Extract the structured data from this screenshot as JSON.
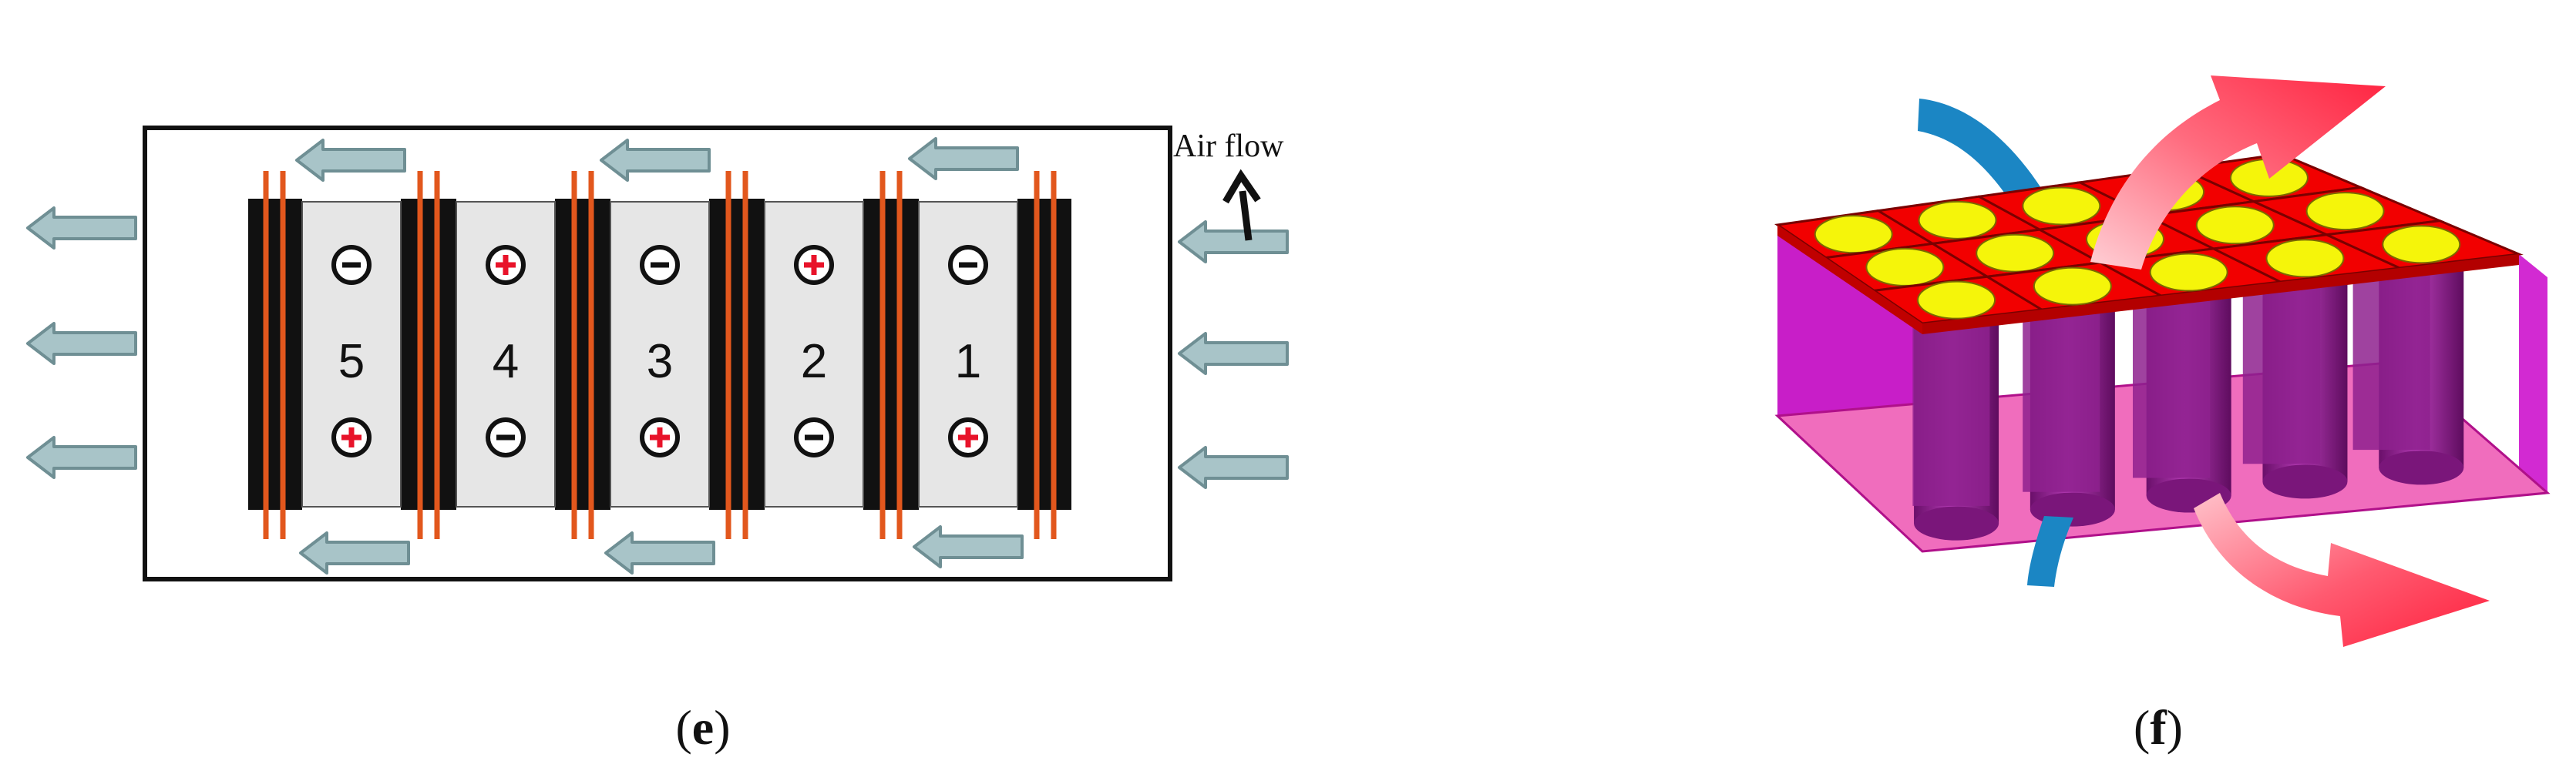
{
  "panel_e": {
    "air_flow_label": "Air flow",
    "caption_letter": "e",
    "cells": [
      {
        "number": "5",
        "top_terminal": "−",
        "bottom_terminal": "+"
      },
      {
        "number": "4",
        "top_terminal": "+",
        "bottom_terminal": "−"
      },
      {
        "number": "3",
        "top_terminal": "−",
        "bottom_terminal": "+"
      },
      {
        "number": "2",
        "top_terminal": "+",
        "bottom_terminal": "−"
      },
      {
        "number": "1",
        "top_terminal": "−",
        "bottom_terminal": "+"
      }
    ]
  },
  "panel_f": {
    "caption_letter": "f",
    "grid_rows": 3,
    "grid_cols": 5
  },
  "colors": {
    "cell_fill": "#e6e6e6",
    "plate_black": "#111111",
    "fin_orange": "#e2571d",
    "arrow_fill": "#a8c4c8",
    "arrow_stroke": "#6f8f94",
    "plus_red": "#e8132a",
    "pack_top_red": "#f20000",
    "cylinder_yellow": "#f5f50a",
    "cylinder_purple": "#9a1e9a",
    "side_magenta": "#c81ec8",
    "flow_blue": "#1b86c4",
    "flow_red": "#ff3d55"
  }
}
